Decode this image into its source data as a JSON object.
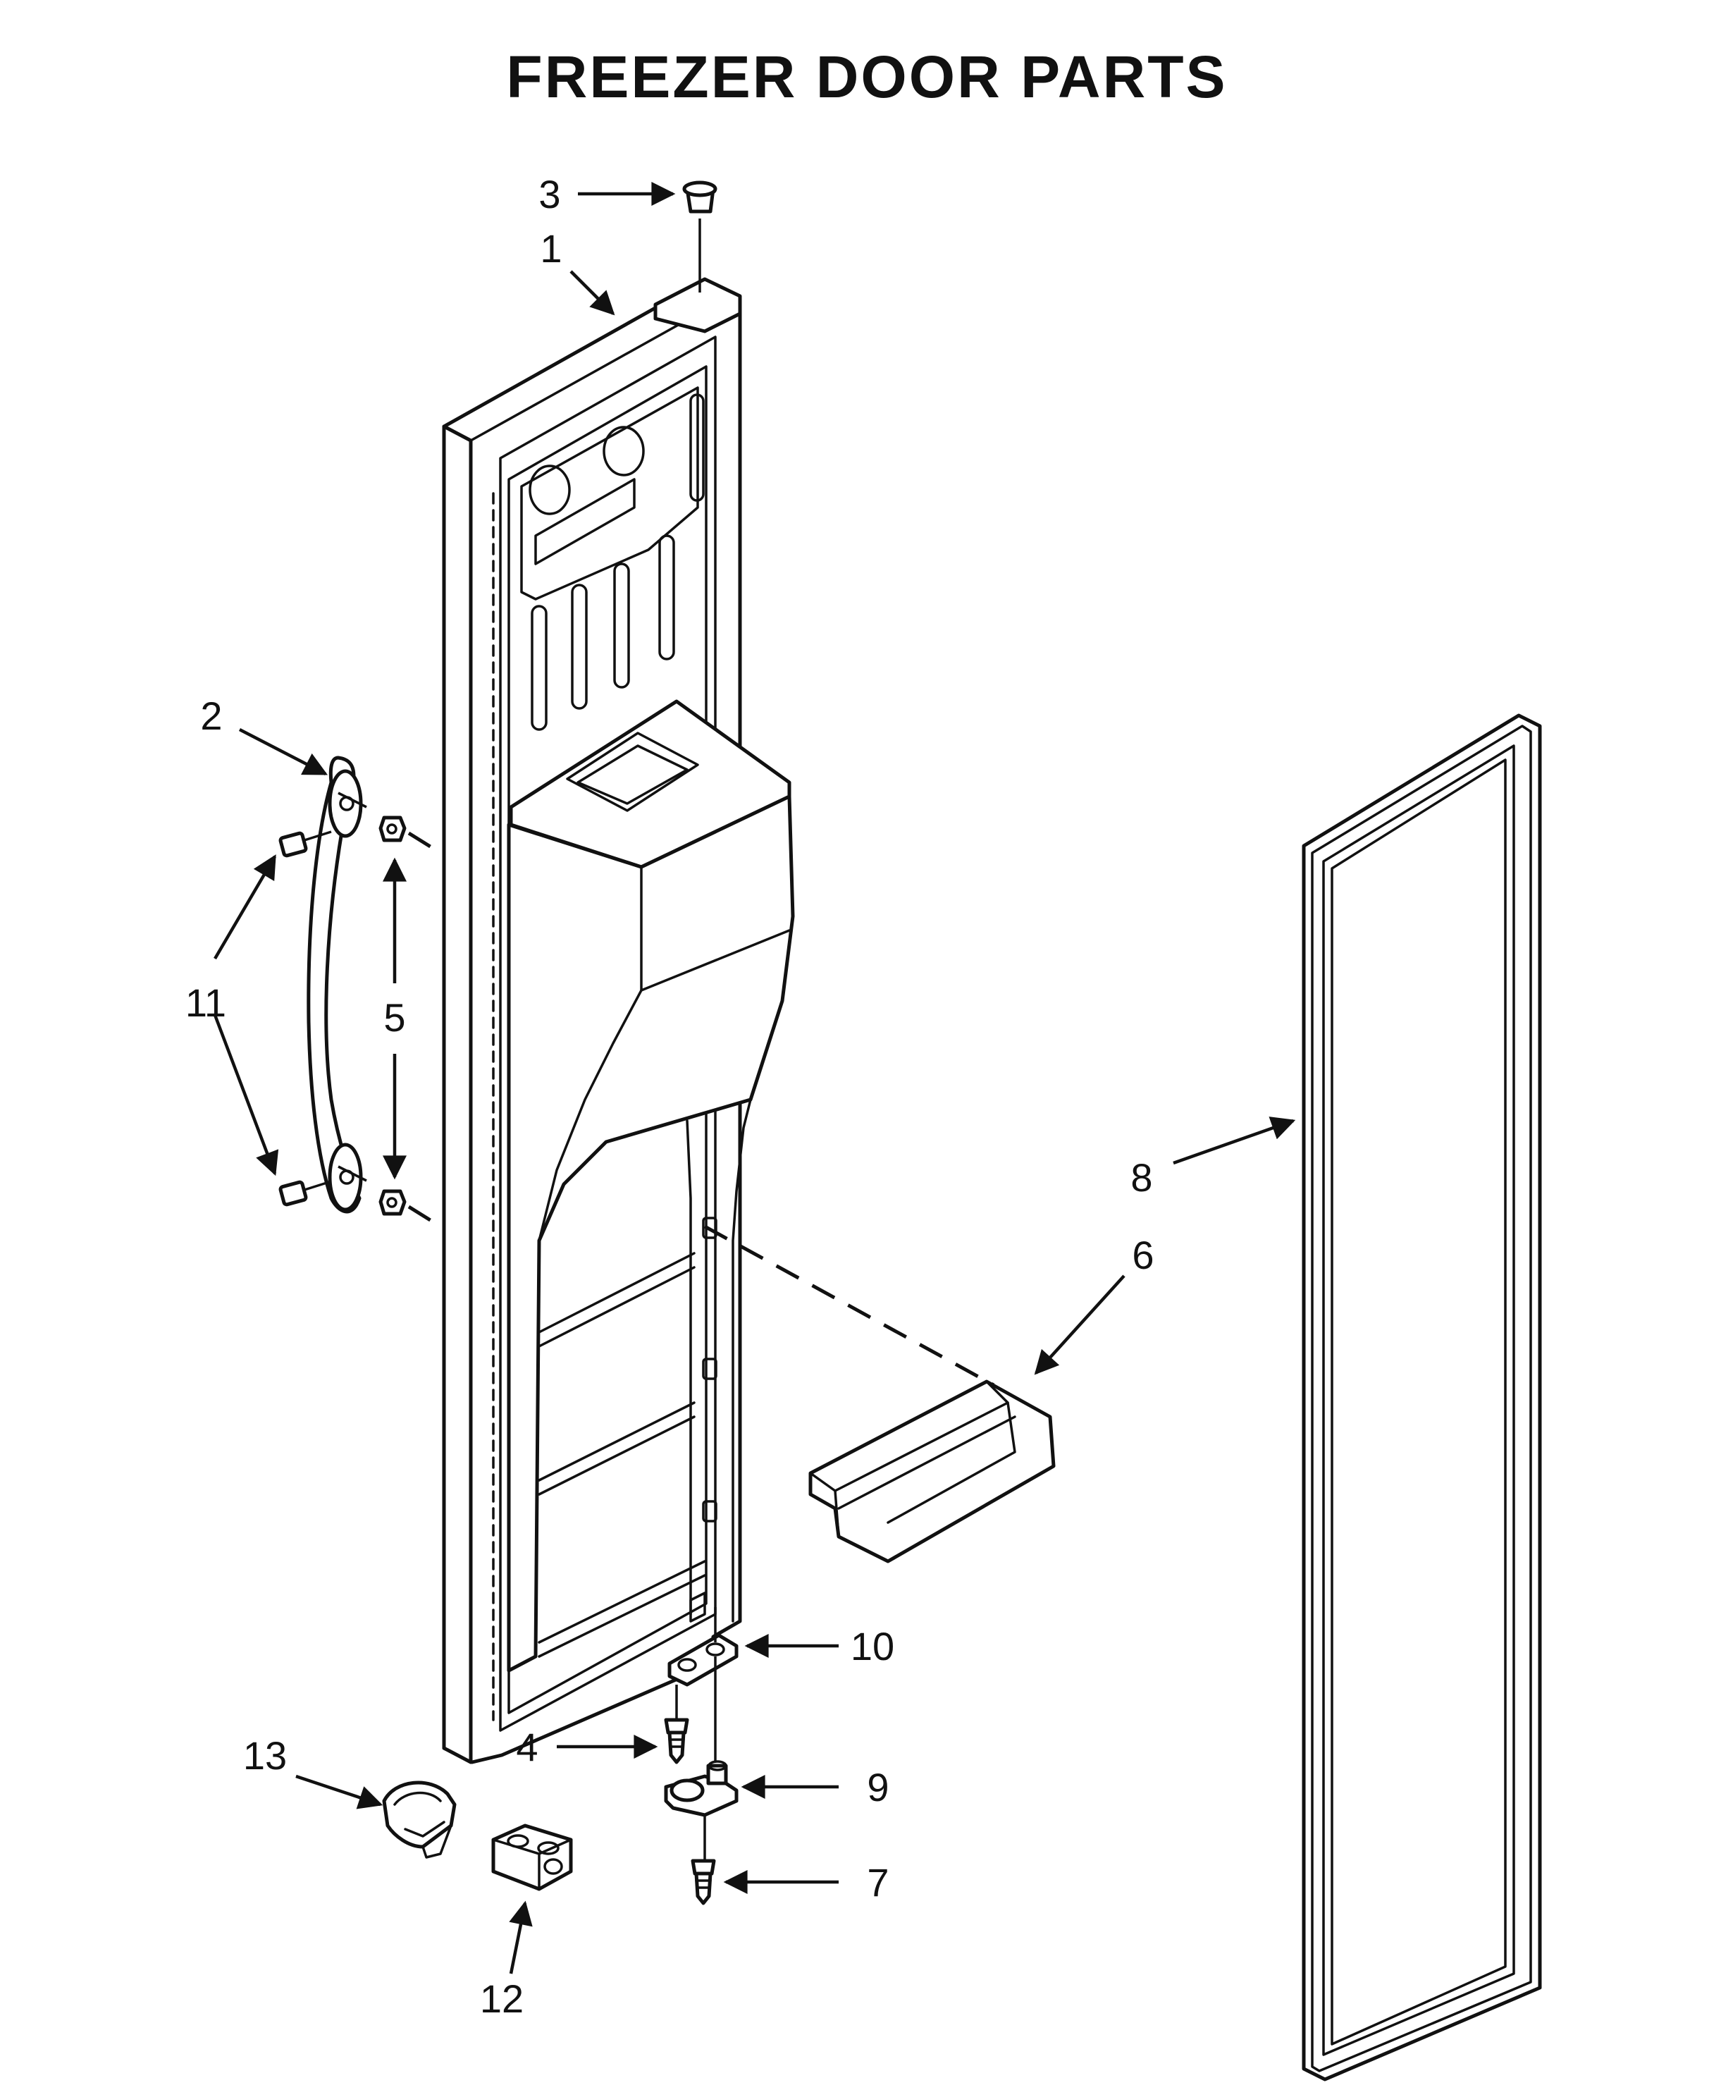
{
  "title": "FREEZER DOOR PARTS",
  "callouts": {
    "c1": "1",
    "c2": "2",
    "c3": "3",
    "c4": "4",
    "c5": "5",
    "c6": "6",
    "c7": "7",
    "c8": "8",
    "c9": "9",
    "c10": "10",
    "c11": "11",
    "c12": "12",
    "c13": "13"
  }
}
